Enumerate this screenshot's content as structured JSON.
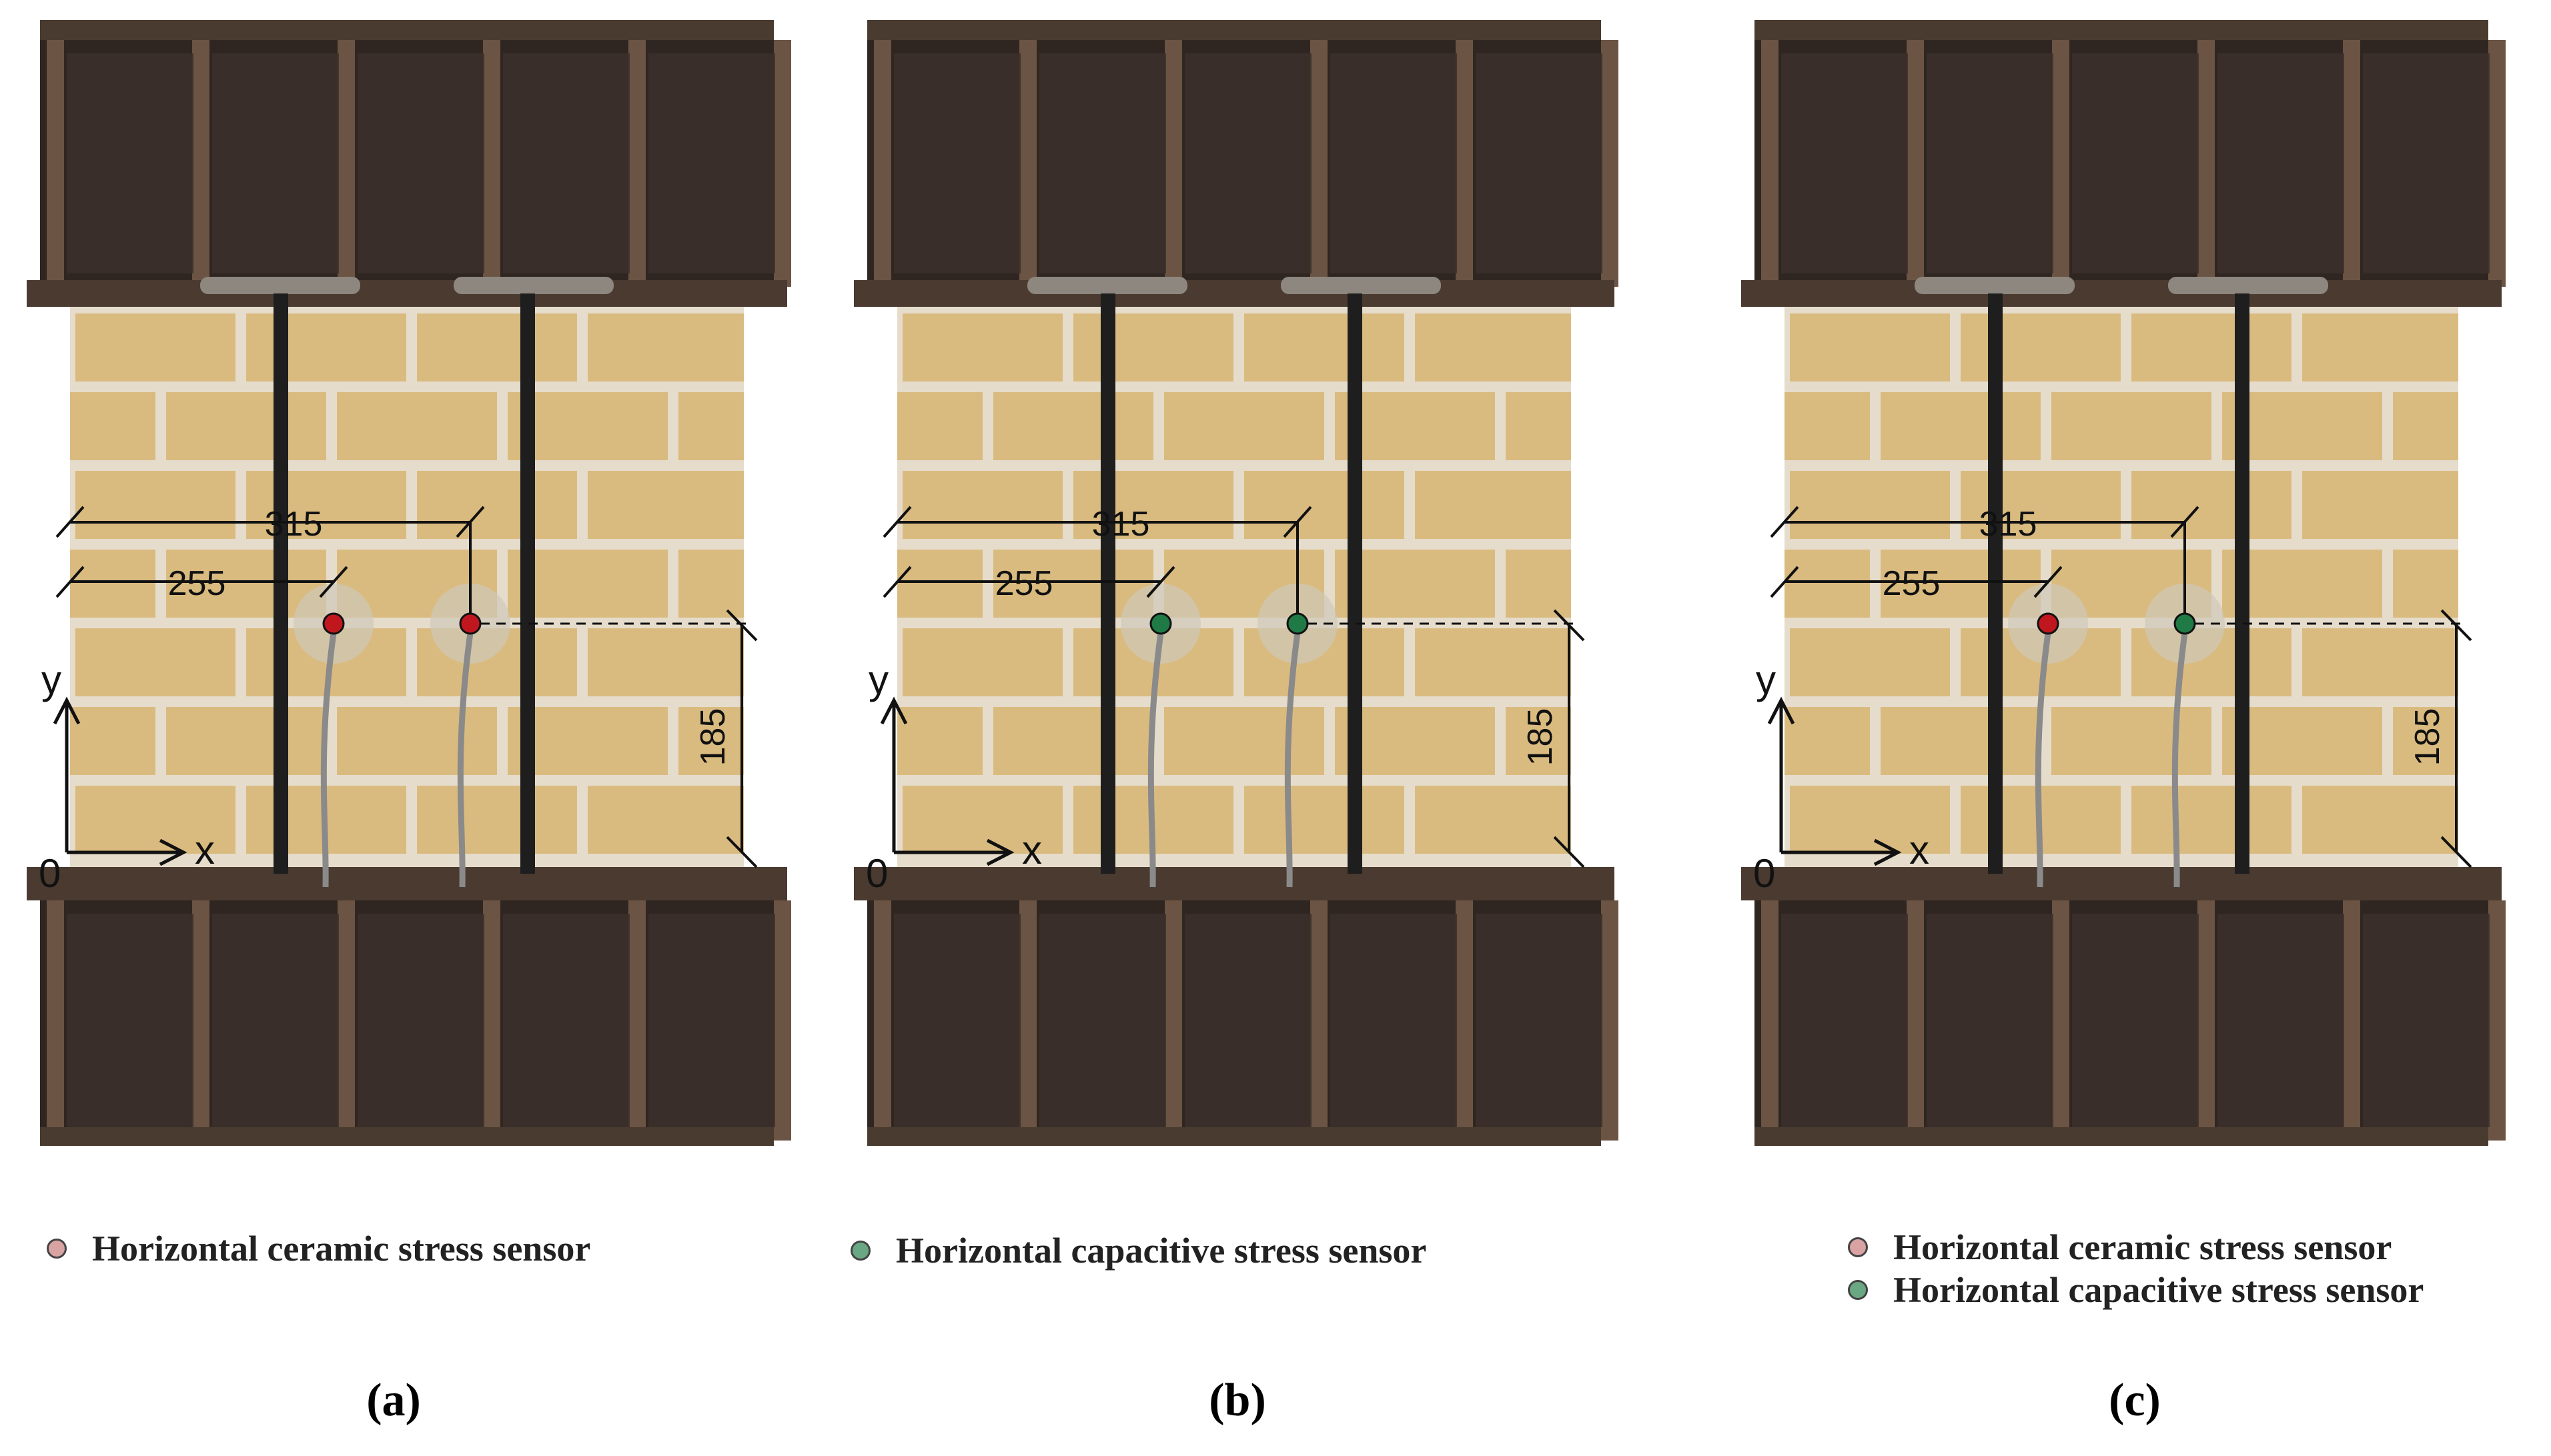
{
  "colors": {
    "ceramic_sensor": "#d9a3a3",
    "capacitive_sensor": "#6aa884",
    "ceramic_sensor_photo": "#c0171e",
    "capacitive_sensor_photo": "#1f7a45",
    "brick": "#d9b778",
    "mortar": "#e6dccb",
    "steel": "#3a2f28"
  },
  "panels": [
    {
      "id": "a",
      "caption": "(a)",
      "dims": {
        "span_outer": "315",
        "span_inner": "255",
        "height": "185"
      },
      "axes": {
        "origin": "0",
        "x": "x",
        "y": "y"
      },
      "sensors": [
        "ceramic",
        "ceramic"
      ],
      "legend": [
        {
          "label": "Horizontal ceramic stress sensor",
          "type": "ceramic"
        }
      ]
    },
    {
      "id": "b",
      "caption": "(b)",
      "dims": {
        "span_outer": "315",
        "span_inner": "255",
        "height": "185"
      },
      "axes": {
        "origin": "0",
        "x": "x",
        "y": "y"
      },
      "sensors": [
        "capacitive",
        "capacitive"
      ],
      "legend": [
        {
          "label": "Horizontal capacitive stress sensor",
          "type": "capacitive"
        }
      ]
    },
    {
      "id": "c",
      "caption": "(c)",
      "dims": {
        "span_outer": "315",
        "span_inner": "255",
        "height": "185"
      },
      "axes": {
        "origin": "0",
        "x": "x",
        "y": "y"
      },
      "sensors": [
        "ceramic",
        "capacitive"
      ],
      "legend": [
        {
          "label": "Horizontal ceramic stress sensor",
          "type": "ceramic"
        },
        {
          "label": "Horizontal capacitive stress sensor",
          "type": "capacitive"
        }
      ]
    }
  ]
}
